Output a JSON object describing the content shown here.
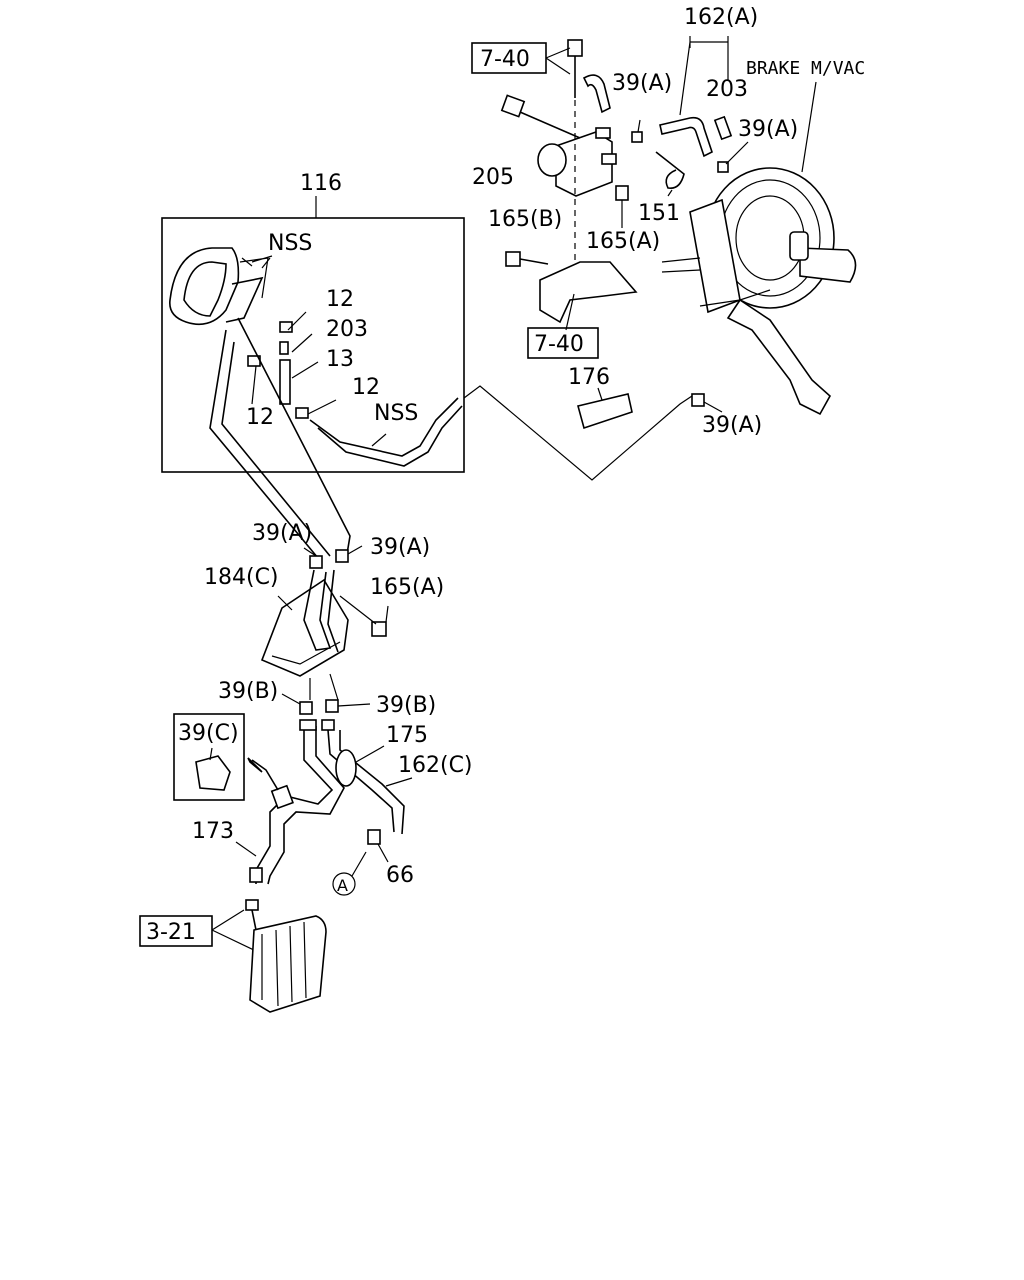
{
  "labels": {
    "l_162a": "162(A)",
    "l_brake": "BRAKE M/VAC",
    "l_740_top": "7-40",
    "l_39a_top": "39(A)",
    "l_203_top": "203",
    "l_39a_right": "39(A)",
    "l_205": "205",
    "l_151": "151",
    "l_165b": "165(B)",
    "l_165a_top": "165(A)",
    "l_740_mid": "7-40",
    "l_176": "176",
    "l_39a_pedal": "39(A)",
    "l_116": "116",
    "l_nss_top": "NSS",
    "l_12_top": "12",
    "l_203_mid": "203",
    "l_13": "13",
    "l_12_right": "12",
    "l_nss_bot": "NSS",
    "l_12_left": "12",
    "l_39a_mid_l": "39(A)",
    "l_39a_mid_r": "39(A)",
    "l_184c": "184(C)",
    "l_165a_mid": "165(A)",
    "l_39b_l": "39(B)",
    "l_39b_r": "39(B)",
    "l_39c": "39(C)",
    "l_175": "175",
    "l_162c": "162(C)",
    "l_173": "173",
    "l_a": "A",
    "l_66": "66",
    "l_321": "3-21"
  }
}
